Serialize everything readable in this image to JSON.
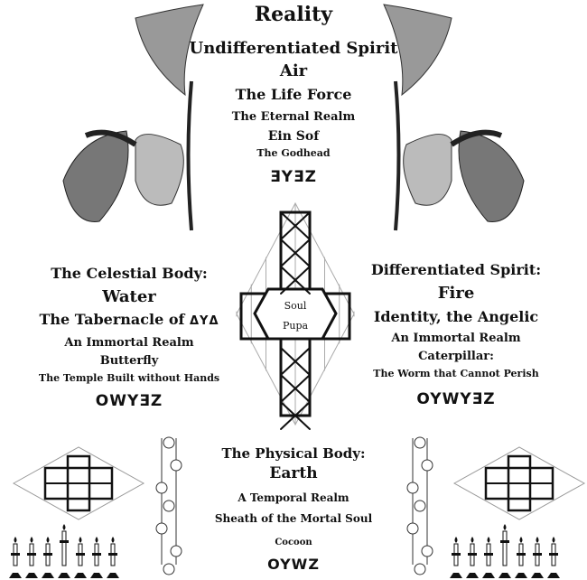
{
  "title": "Reality",
  "top": {
    "lines": [
      "Undifferentiated Spirit",
      "Air",
      "The Life Force",
      "The Eternal Realm",
      "Ein Sof",
      "The Godhead"
    ],
    "glyph": "ƎYƎZ"
  },
  "left": {
    "lines": [
      "The Celestial Body:",
      "Water",
      "The Tabernacle of",
      "An Immortal Realm",
      "Butterfly",
      "The Temple Built without Hands"
    ],
    "tabernacle_glyph": "ΔYΔ",
    "glyph": "OWYƎZ"
  },
  "right": {
    "lines": [
      "Differentiated Spirit:",
      "Fire",
      "Identity, the Angelic",
      "An Immortal Realm",
      "Caterpillar:",
      "The Worm that Cannot Perish"
    ],
    "glyph": "OYWYƎZ"
  },
  "center": {
    "soul": "Soul",
    "pupa": "Pupa"
  },
  "bottom": {
    "lines": [
      "The Physical Body:",
      "Earth",
      "A Temporal Realm",
      "Sheath of the Mortal Soul",
      "Cocoon"
    ],
    "glyph": "OYWZ"
  }
}
